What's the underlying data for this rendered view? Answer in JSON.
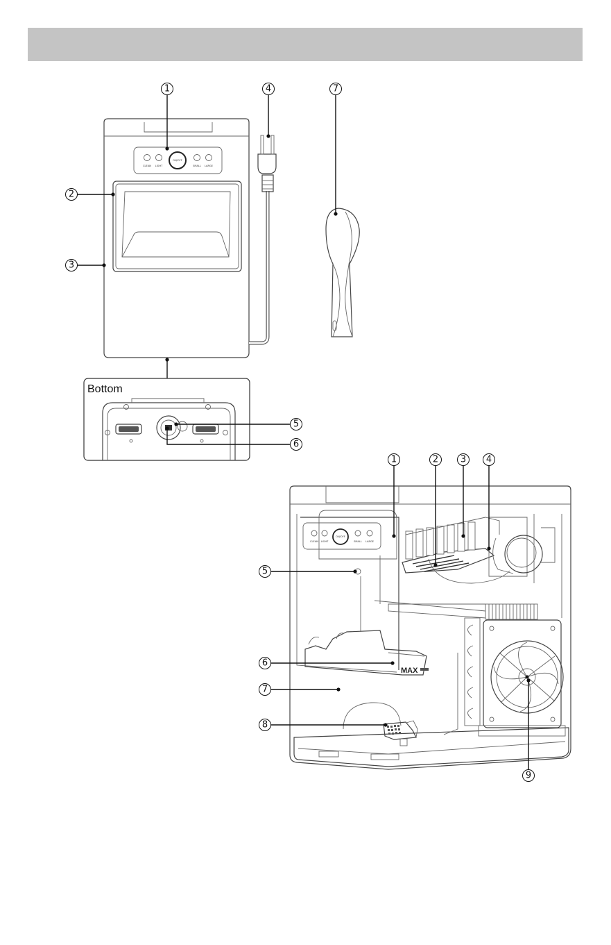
{
  "front_view": {
    "callouts": [
      "1",
      "2",
      "3",
      "4",
      "7"
    ],
    "control_panel": {
      "buttons": [
        "CLEAN",
        "LIGHT",
        "ON/OFF",
        "SMALL",
        "LARGE"
      ]
    }
  },
  "bottom_inset": {
    "title": "Bottom",
    "callouts": [
      "5",
      "6"
    ]
  },
  "interior_view": {
    "callouts": [
      "1",
      "2",
      "3",
      "4",
      "5",
      "6",
      "7",
      "8",
      "9"
    ],
    "control_panel": {
      "buttons": [
        "CLEAN",
        "LIGHT",
        "ON/OFF",
        "SMALL",
        "LARGE"
      ]
    },
    "max_label": "MAX"
  },
  "colors": {
    "header_bar": "#c4c4c4",
    "body_fill": "#f2f2f2",
    "line": "#444444"
  }
}
